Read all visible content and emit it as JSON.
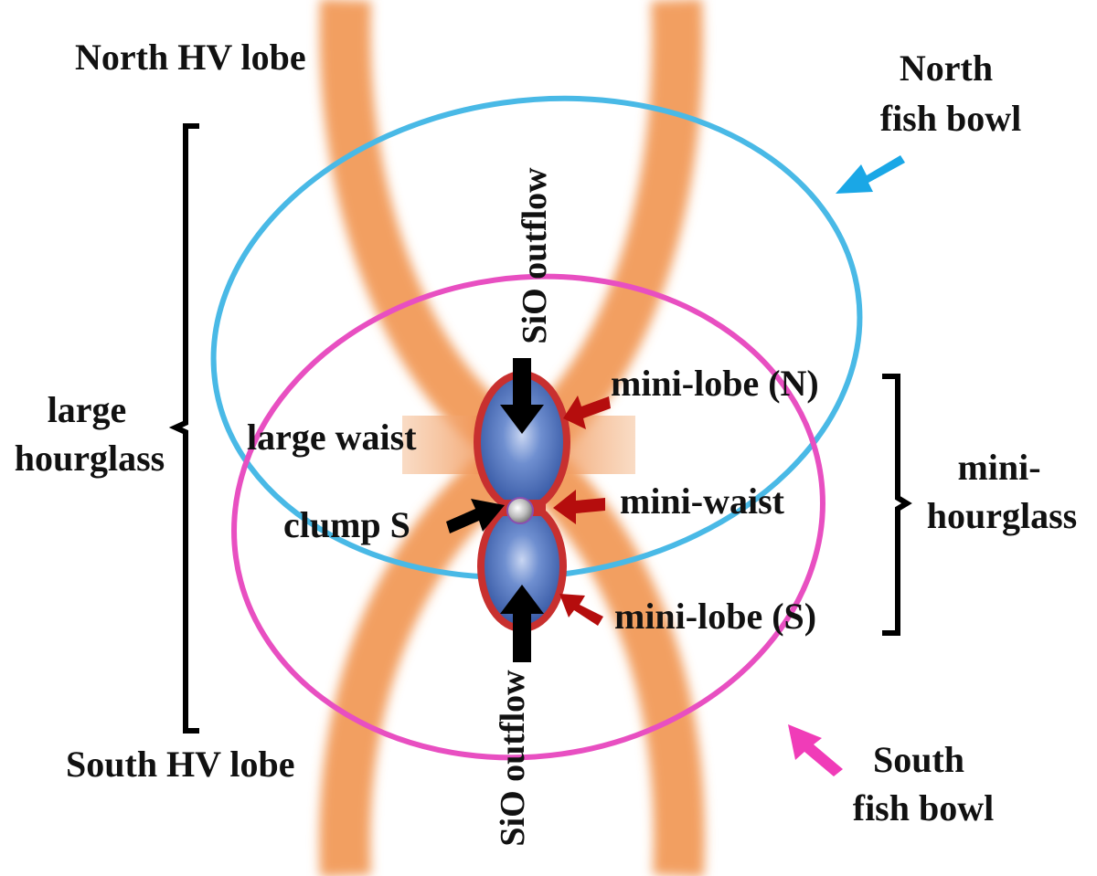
{
  "labels": {
    "north_hv_lobe": "North HV lobe",
    "south_hv_lobe": "South HV lobe",
    "north_fish_bowl_line1": "North",
    "north_fish_bowl_line2": "fish bowl",
    "south_fish_bowl_line1": "South",
    "south_fish_bowl_line2": "fish bowl",
    "large_hourglass_line1": "large",
    "large_hourglass_line2": "hourglass",
    "mini_hourglass_line1": "mini-",
    "mini_hourglass_line2": "hourglass",
    "large_waist": "large waist",
    "clump_s": "clump S",
    "mini_waist": "mini-waist",
    "mini_lobe_n": "mini-lobe (N)",
    "mini_lobe_s": "mini-lobe (S)",
    "sio_outflow_top": "SiO outflow",
    "sio_outflow_bottom": "SiO outflow"
  },
  "colors": {
    "north_fish_bowl": "#49B9E6",
    "south_fish_bowl": "#E84FC1",
    "hv_lobe_band": "#F08E47",
    "mini_lobe_fill": "#3B5FA8",
    "mini_lobe_rim": "#C8302F",
    "arrow_black": "#000000",
    "arrow_red": "#B50D0D",
    "arrow_blue": "#1AA7E6",
    "arrow_magenta": "#F03CB8"
  }
}
